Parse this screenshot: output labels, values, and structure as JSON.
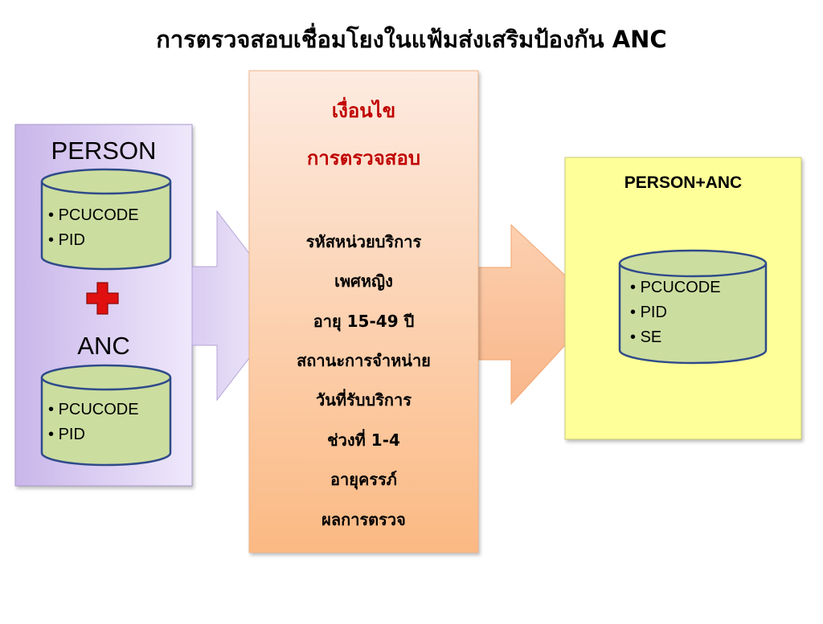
{
  "title": "การตรวจสอบเชื่อมโยงในแฟ้มส่งเสริมป้องกัน ANC",
  "left_panel": {
    "person_label": "PERSON",
    "person_fields": [
      "PCUCODE",
      "PID"
    ],
    "plus_symbol": "+",
    "anc_label": "ANC",
    "anc_fields": [
      "PCUCODE",
      "PID"
    ]
  },
  "conditions": {
    "heading_line1": "เงื่อนไข",
    "heading_line2": "การตรวจสอบ",
    "items": [
      "รหัสหน่วยบริการ",
      "เพศหญิง",
      "อายุ 15-49 ปี",
      "สถานะการจำหน่าย",
      "วันที่รับบริการ",
      "ช่วงที่ 1-4",
      "อายุครรภ์",
      "ผลการตรวจ"
    ]
  },
  "result": {
    "label": "PERSON+ANC",
    "fields": [
      "PCUCODE",
      "PID",
      "SE"
    ]
  },
  "colors": {
    "left_panel_start": "#c9b6ea",
    "right_panel_fill": "#ffff99",
    "cylinder_fill": "#ccdda0",
    "cylinder_stroke": "#2f4b8a",
    "plus": "#e01010",
    "condition_heading": "#c00000",
    "center_top": "#fde9df",
    "center_bottom": "#fbba84"
  }
}
